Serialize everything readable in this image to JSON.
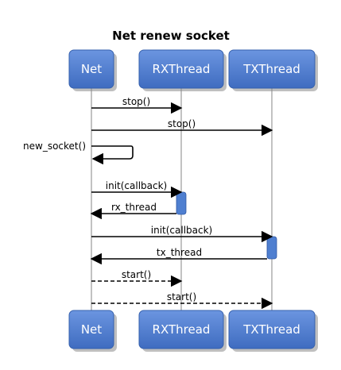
{
  "title": "Net renew socket",
  "colors": {
    "actor_fill": "#4f7fd0",
    "actor_shadow": "#8a8a8a",
    "activation_fill": "#4f7fd0",
    "line": "#000000",
    "lifeline": "#9a9a9a"
  },
  "actors": [
    {
      "id": "net",
      "label": "Net"
    },
    {
      "id": "rx",
      "label": "RXThread"
    },
    {
      "id": "tx",
      "label": "TXThread"
    }
  ],
  "messages": [
    {
      "label": "stop()",
      "from": "net",
      "to": "rx",
      "style": "solid"
    },
    {
      "label": "stop()",
      "from": "net",
      "to": "tx",
      "style": "solid"
    },
    {
      "label": "new_socket()",
      "from": "net",
      "to": "net",
      "style": "self"
    },
    {
      "label": "init(callback)",
      "from": "net",
      "to": "rx",
      "style": "solid"
    },
    {
      "label": "rx_thread",
      "from": "rx",
      "to": "net",
      "style": "return"
    },
    {
      "label": "init(callback)",
      "from": "net",
      "to": "tx",
      "style": "solid"
    },
    {
      "label": "tx_thread",
      "from": "tx",
      "to": "net",
      "style": "return"
    },
    {
      "label": "start()",
      "from": "net",
      "to": "rx",
      "style": "dashed"
    },
    {
      "label": "start()",
      "from": "net",
      "to": "tx",
      "style": "dashed"
    }
  ]
}
